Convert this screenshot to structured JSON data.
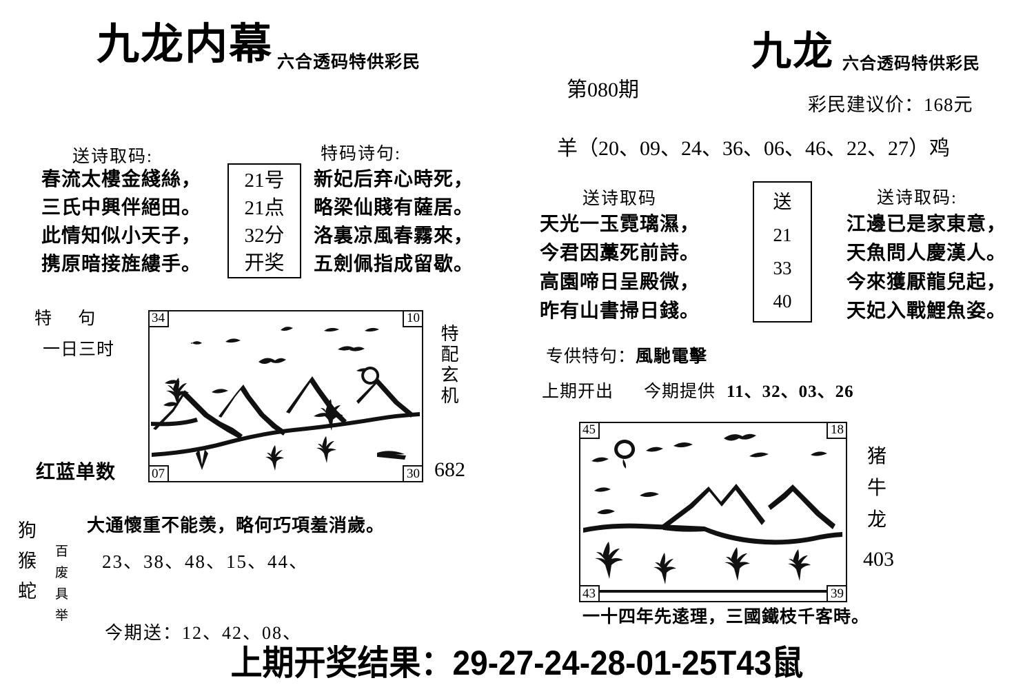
{
  "header": {
    "brand_left": "九龙内幕",
    "brand_left_sub": "六合透码特供彩民",
    "brand_right": "九龙",
    "brand_right_sub": "六合透码特供彩民",
    "issue": "第080期",
    "price": "彩民建议价：168元",
    "zodiac_line": "羊（20、09、24、36、06、46、22、27）鸡"
  },
  "left": {
    "send_poem_label": "送诗取码:",
    "poem": [
      "春流太樓金綫絲，",
      "三氏中興伴絕田。",
      "此情知似小天子，",
      "携原暗接旌縷手。"
    ],
    "draw_box": [
      "21号",
      "21点",
      "32分",
      "开奖"
    ],
    "teama_label": "特码诗句:",
    "teama_poem": [
      "新妃后弃心時死，",
      "略梁仙賤有薩居。",
      "洛裏凉風春霧來，",
      "五劍佩指成留歇。"
    ],
    "te_ju_label": "特 句",
    "te_ju_text": "一日三时",
    "hong_lan_label": "红蓝单数",
    "picture_corners": {
      "top_left": "34",
      "top_right": "10",
      "bottom_left": "07",
      "bottom_right": "30"
    },
    "side_vertical": "特配玄机",
    "side_number": "682",
    "zodiac_three": [
      "狗",
      "猴",
      "蛇"
    ],
    "idiom_vertical": [
      "百",
      "废",
      "具",
      "举"
    ],
    "phrase": "大通懷重不能羡，略何巧項羞消歲。",
    "numbers": "23、38、48、15、44、",
    "send_now": "今期送：12、42、08、"
  },
  "right": {
    "send_poem_label_1": "送诗取码",
    "poem_1": [
      "天光一玉霓璃濕，",
      "今君因藁死前詩。",
      "高園啼日呈殿微，",
      "昨有山書掃日錢。"
    ],
    "send_box": [
      "送",
      "21",
      "33",
      "40"
    ],
    "send_poem_label_2": "送诗取码:",
    "poem_2": [
      "江邊已是家東意，",
      "天魚問人慶漢人。",
      "今來獲厭龍兒起，",
      "天妃入戰鯉魚姿。"
    ],
    "special_label": "专供特句：",
    "special_value": "風馳電擊",
    "prev_open_label": "上期开出",
    "this_issue_label": "今期提供",
    "this_issue_numbers": "11、32、03、26",
    "picture_corners": {
      "top_left": "45",
      "top_right": "18",
      "bottom_left": "43",
      "bottom_right": "39"
    },
    "zodiac_three": [
      "猪",
      "牛",
      "龙"
    ],
    "side_number": "403",
    "phrase": "一十四年先逺理，三國鐵枝千客時。"
  },
  "footer": {
    "result": "上期开奖结果：29-27-24-28-01-25T43鼠"
  },
  "colors": {
    "ink": "#000000",
    "paper": "#ffffff"
  }
}
